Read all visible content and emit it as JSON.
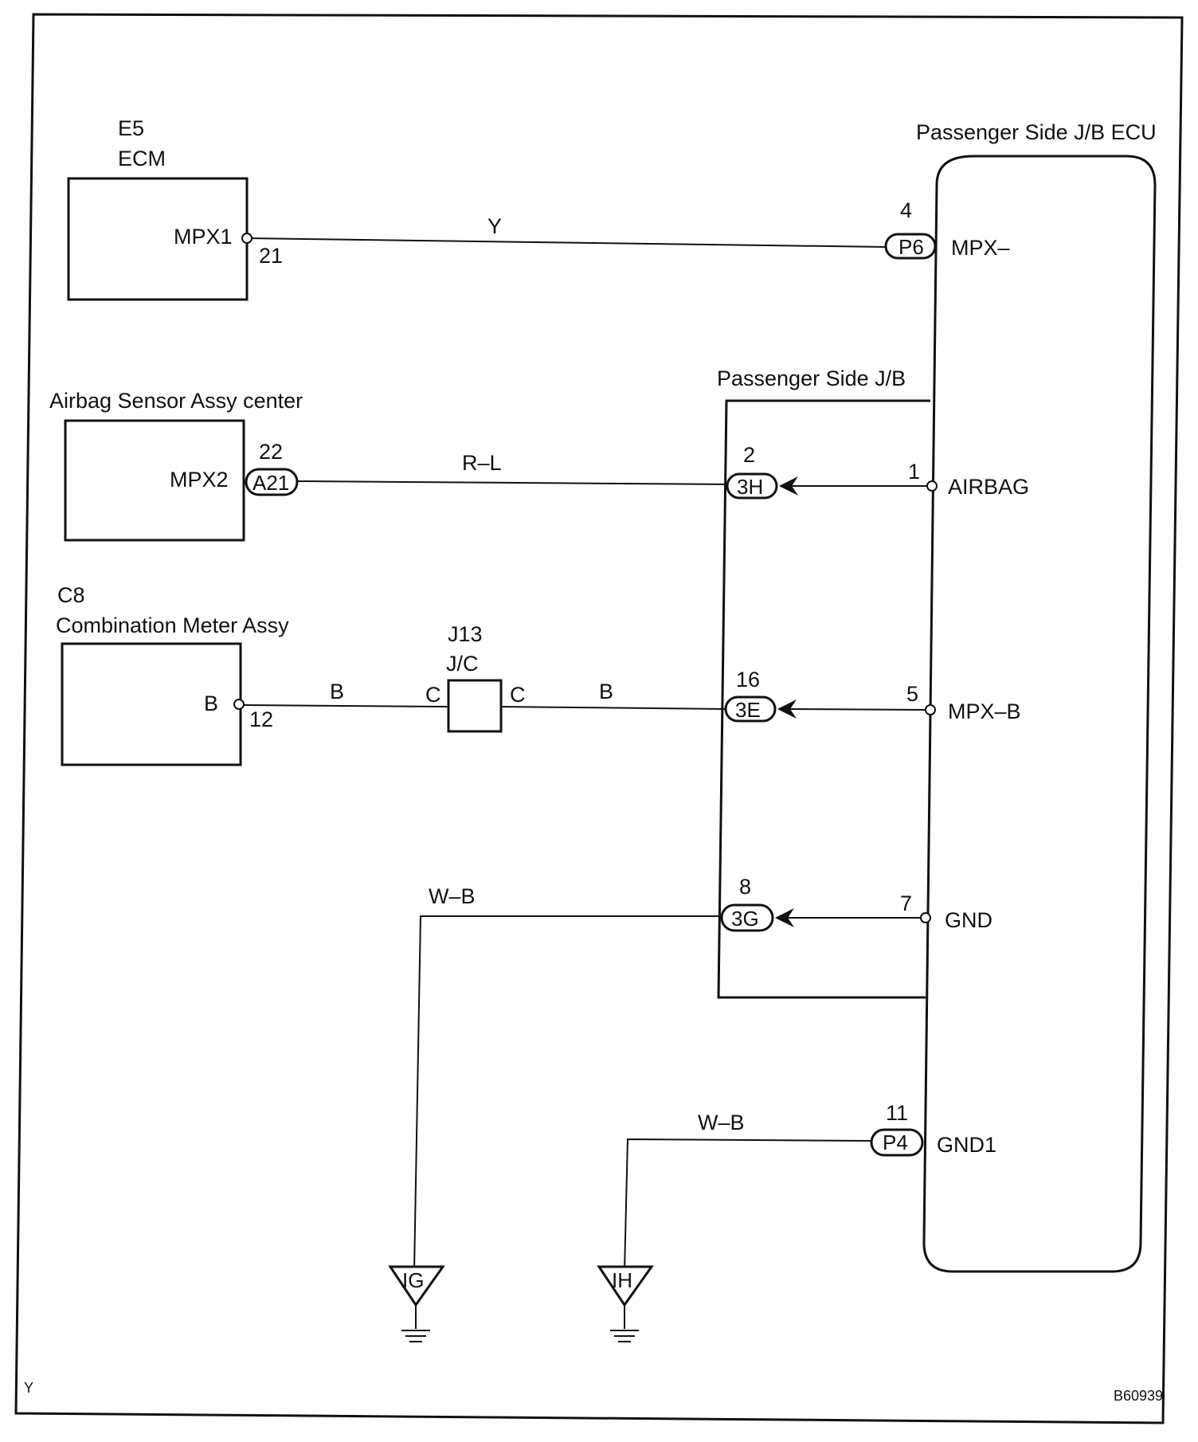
{
  "components": {
    "ecm": {
      "code": "E5",
      "name": "ECM",
      "pin_name": "MPX1",
      "pin_no": "21"
    },
    "airbag_sensor": {
      "name": "Airbag Sensor Assy center",
      "pin_name": "MPX2",
      "pin_no": "22",
      "connector": "A21"
    },
    "combination_meter": {
      "code": "C8",
      "name": "Combination Meter Assy",
      "pin_name": "B",
      "pin_no": "12"
    },
    "junction_connector": {
      "code": "J13",
      "name": "J/C",
      "left_terminal": "C",
      "right_terminal": "C"
    },
    "jb": {
      "name": "Passenger Side J/B"
    },
    "jb_ecu": {
      "name": "Passenger Side J/B ECU",
      "pins": [
        {
          "no": "4",
          "name": "MPX–",
          "connector": "P6"
        },
        {
          "no": "1",
          "name": "AIRBAG"
        },
        {
          "no": "5",
          "name": "MPX–B"
        },
        {
          "no": "7",
          "name": "GND"
        },
        {
          "no": "11",
          "name": "GND1",
          "connector": "P4"
        }
      ]
    }
  },
  "jb_connectors": [
    {
      "label": "3H",
      "pin": "2"
    },
    {
      "label": "3E",
      "pin": "16"
    },
    {
      "label": "3G",
      "pin": "8"
    }
  ],
  "wires": {
    "ecm_to_ecu": "Y",
    "airbag_to_jb": "R–L",
    "meter_to_jc": "B",
    "jc_to_jb": "B",
    "jb_to_ground_ig": "W–B",
    "ecu_to_ground_ih": "W–B"
  },
  "grounds": [
    "IG",
    "IH"
  ],
  "corner_labels": {
    "bottom_left": "Y",
    "bottom_right": "B60939"
  }
}
